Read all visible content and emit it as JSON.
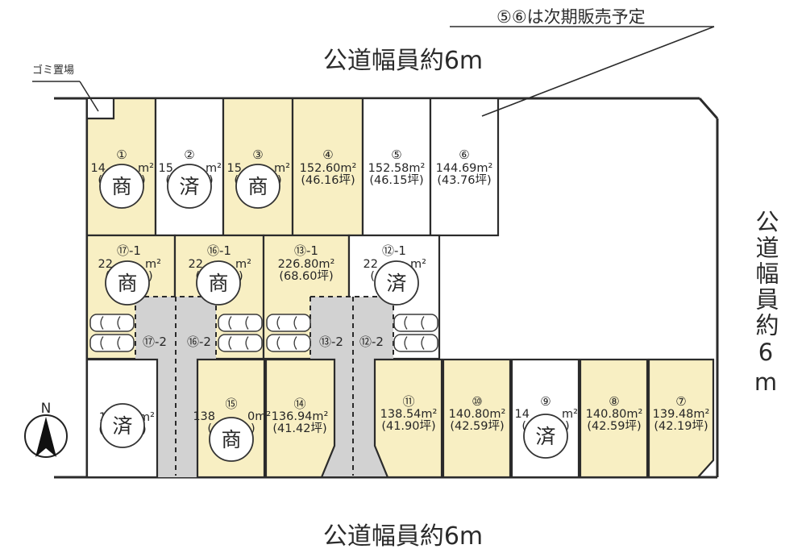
{
  "colors": {
    "parcel_yellow": "#f8efc3",
    "parcel_white": "#ffffff",
    "driveway_gray": "#d2d2d2",
    "line": "#2b2b2b"
  },
  "titles": {
    "road_top": "公道幅員約6m",
    "road_bottom": "公道幅員約6m",
    "road_right": "公道幅員約6m",
    "annotation": "⑤⑥は次期販売予定",
    "garbage": "ゴミ置場",
    "north": "N"
  },
  "status_key": {
    "negotiating": "商",
    "sold": "済"
  },
  "lots": [
    {
      "id": "1",
      "number": "①",
      "area_left": "14",
      "area_right": "m²",
      "tsubo_left": "(",
      "tsubo_right": ")",
      "status": "商",
      "fill": "yellow"
    },
    {
      "id": "2",
      "number": "②",
      "area_left": "15",
      "area_right": "m²",
      "tsubo_left": "(",
      "tsubo_right": ")",
      "status": "済",
      "fill": "white"
    },
    {
      "id": "3",
      "number": "③",
      "area_left": "15",
      "area_right": "m²",
      "tsubo_left": "(",
      "tsubo_right": ")",
      "status": "商",
      "fill": "yellow"
    },
    {
      "id": "4",
      "number": "④",
      "area": "152.60m²",
      "tsubo": "(46.16坪)",
      "status": null,
      "fill": "yellow"
    },
    {
      "id": "5",
      "number": "⑤",
      "area": "152.58m²",
      "tsubo": "(46.15坪)",
      "status": null,
      "fill": "white"
    },
    {
      "id": "6",
      "number": "⑥",
      "area": "144.69m²",
      "tsubo": "(43.76坪)",
      "status": null,
      "fill": "white"
    },
    {
      "id": "17-1",
      "number": "⑰-1",
      "area_left": "22",
      "area_right": "m²",
      "tsubo_left": "(",
      "tsubo_right": ")",
      "status": "商",
      "fill": "yellow"
    },
    {
      "id": "16-1",
      "number": "⑯-1",
      "area_left": "22",
      "area_right": "m²",
      "tsubo_left": "(",
      "tsubo_right": ")",
      "status": "商",
      "fill": "yellow"
    },
    {
      "id": "13-1",
      "number": "⑬-1",
      "area": "226.80m²",
      "tsubo": "(68.60坪)",
      "status": null,
      "fill": "yellow"
    },
    {
      "id": "12-1",
      "number": "⑫-1",
      "area_left": "22",
      "area_right": "m²",
      "tsubo_left": "(",
      "tsubo_right": ")",
      "status": "済",
      "fill": "white"
    },
    {
      "id": "sold-a",
      "number": "",
      "area_left": "1",
      "area_right": "m²",
      "tsubo_left": "(",
      "tsubo_right": ")",
      "status": "済",
      "fill": "white"
    },
    {
      "id": "15",
      "number": "⑮",
      "area_left": "138",
      "area_right": "0m²",
      "tsubo_left": "(",
      "tsubo_right": ")",
      "status": "商",
      "fill": "yellow"
    },
    {
      "id": "14",
      "number": "⑭",
      "area": "136.94m²",
      "tsubo": "(41.42坪)",
      "status": null,
      "fill": "yellow"
    },
    {
      "id": "11",
      "number": "⑪",
      "area": "138.54m²",
      "tsubo": "(41.90坪)",
      "status": null,
      "fill": "yellow"
    },
    {
      "id": "10",
      "number": "⑩",
      "area": "140.80m²",
      "tsubo": "(42.59坪)",
      "status": null,
      "fill": "yellow"
    },
    {
      "id": "9",
      "number": "⑨",
      "area_left": "14",
      "area_right": "m²",
      "tsubo_left": "(",
      "tsubo_right": ")",
      "status": "済",
      "fill": "white"
    },
    {
      "id": "8",
      "number": "⑧",
      "area": "140.80m²",
      "tsubo": "(42.59坪)",
      "status": null,
      "fill": "yellow"
    },
    {
      "id": "7",
      "number": "⑦",
      "area": "139.48m²",
      "tsubo": "(42.19坪)",
      "status": null,
      "fill": "yellow"
    }
  ],
  "driveway_labels": [
    "⑰-2",
    "⑯-2",
    "⑬-2",
    "⑫-2"
  ]
}
